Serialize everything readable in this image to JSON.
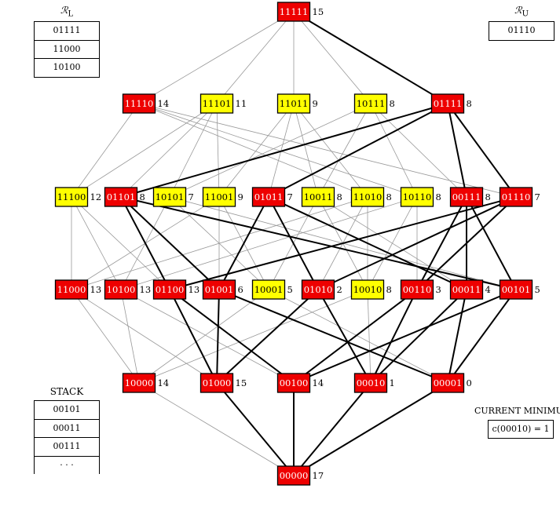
{
  "colors": {
    "selected": "#ee0000",
    "candidate": "#ffff00",
    "edge_highlight": "#000000",
    "edge_normal": "#999999"
  },
  "rl": {
    "title": "ℛʟ",
    "title_main": "ℛ",
    "title_sub": "L",
    "items": [
      "01111",
      "11000",
      "10100"
    ]
  },
  "ru": {
    "title_main": "ℛ",
    "title_sub": "U",
    "items": [
      "01110"
    ]
  },
  "stack": {
    "title": "STACK",
    "items": [
      "00101",
      "00011",
      "00111",
      "· · ·"
    ]
  },
  "current_minimum": {
    "title": "CURRENT MINIMUM",
    "value": "c(00010) = 1"
  },
  "lattice": {
    "levels": [
      [
        {
          "label": "11111",
          "cost": "15",
          "status": "red"
        }
      ],
      [
        {
          "label": "11110",
          "cost": "14",
          "status": "red"
        },
        {
          "label": "11101",
          "cost": "11",
          "status": "yellow"
        },
        {
          "label": "11011",
          "cost": "9",
          "status": "yellow"
        },
        {
          "label": "10111",
          "cost": "8",
          "status": "yellow"
        },
        {
          "label": "01111",
          "cost": "8",
          "status": "red"
        }
      ],
      [
        {
          "label": "11100",
          "cost": "12",
          "status": "yellow"
        },
        {
          "label": "01101",
          "cost": "8",
          "status": "red"
        },
        {
          "label": "10101",
          "cost": "7",
          "status": "yellow"
        },
        {
          "label": "11001",
          "cost": "9",
          "status": "yellow"
        },
        {
          "label": "01011",
          "cost": "7",
          "status": "red"
        },
        {
          "label": "10011",
          "cost": "8",
          "status": "yellow"
        },
        {
          "label": "11010",
          "cost": "8",
          "status": "yellow"
        },
        {
          "label": "10110",
          "cost": "8",
          "status": "yellow"
        },
        {
          "label": "00111",
          "cost": "8",
          "status": "red"
        },
        {
          "label": "01110",
          "cost": "7",
          "status": "red"
        }
      ],
      [
        {
          "label": "11000",
          "cost": "13",
          "status": "red"
        },
        {
          "label": "10100",
          "cost": "13",
          "status": "red"
        },
        {
          "label": "01100",
          "cost": "13",
          "status": "red"
        },
        {
          "label": "01001",
          "cost": "6",
          "status": "red"
        },
        {
          "label": "10001",
          "cost": "5",
          "status": "yellow"
        },
        {
          "label": "01010",
          "cost": "2",
          "status": "red"
        },
        {
          "label": "10010",
          "cost": "8",
          "status": "yellow"
        },
        {
          "label": "00110",
          "cost": "3",
          "status": "red"
        },
        {
          "label": "00011",
          "cost": "4",
          "status": "red"
        },
        {
          "label": "00101",
          "cost": "5",
          "status": "red"
        }
      ],
      [
        {
          "label": "10000",
          "cost": "14",
          "status": "red"
        },
        {
          "label": "01000",
          "cost": "15",
          "status": "red"
        },
        {
          "label": "00100",
          "cost": "14",
          "status": "red"
        },
        {
          "label": "00010",
          "cost": "1",
          "status": "red"
        },
        {
          "label": "00001",
          "cost": "0",
          "status": "red"
        }
      ],
      [
        {
          "label": "00000",
          "cost": "17",
          "status": "red"
        }
      ]
    ],
    "highlighted_edges": [
      [
        "11111",
        "01111"
      ],
      [
        "01111",
        "01101"
      ],
      [
        "01111",
        "01011"
      ],
      [
        "01111",
        "00111"
      ],
      [
        "01111",
        "01110"
      ],
      [
        "01101",
        "01100"
      ],
      [
        "01101",
        "01001"
      ],
      [
        "01101",
        "00101"
      ],
      [
        "01011",
        "01001"
      ],
      [
        "01011",
        "01010"
      ],
      [
        "01011",
        "00011"
      ],
      [
        "00111",
        "00110"
      ],
      [
        "00111",
        "00011"
      ],
      [
        "00111",
        "00101"
      ],
      [
        "01110",
        "01100"
      ],
      [
        "01110",
        "01010"
      ],
      [
        "01110",
        "00110"
      ],
      [
        "01100",
        "01000"
      ],
      [
        "01100",
        "00100"
      ],
      [
        "01001",
        "01000"
      ],
      [
        "01001",
        "00001"
      ],
      [
        "01010",
        "01000"
      ],
      [
        "01010",
        "00010"
      ],
      [
        "00110",
        "00100"
      ],
      [
        "00110",
        "00010"
      ],
      [
        "00011",
        "00010"
      ],
      [
        "00011",
        "00001"
      ],
      [
        "00101",
        "00100"
      ],
      [
        "00101",
        "00001"
      ],
      [
        "01000",
        "00000"
      ],
      [
        "00100",
        "00000"
      ],
      [
        "00010",
        "00000"
      ],
      [
        "00001",
        "00000"
      ]
    ]
  }
}
